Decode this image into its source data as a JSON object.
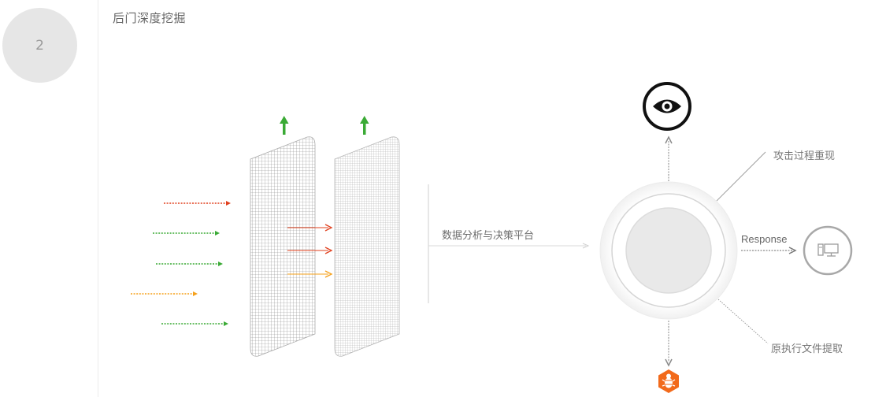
{
  "step": {
    "number": "2"
  },
  "section": {
    "title": "后门深度挖掘"
  },
  "diagram": {
    "platform_label": "数据分析与决策平台",
    "outputs": {
      "attack_replay": "攻击过程重现",
      "response": "Response",
      "file_extract": "原执行文件提取"
    },
    "icons": {
      "top": "eye-icon",
      "bottom": "bug-icon",
      "right": "computer-icon",
      "filter_arrows": "up-arrow-icon"
    }
  },
  "colors": {
    "red": "#e0401e",
    "green": "#3aaa35",
    "orange": "#f5a01a",
    "bug": "#f26a1b",
    "grey": "#999999"
  }
}
